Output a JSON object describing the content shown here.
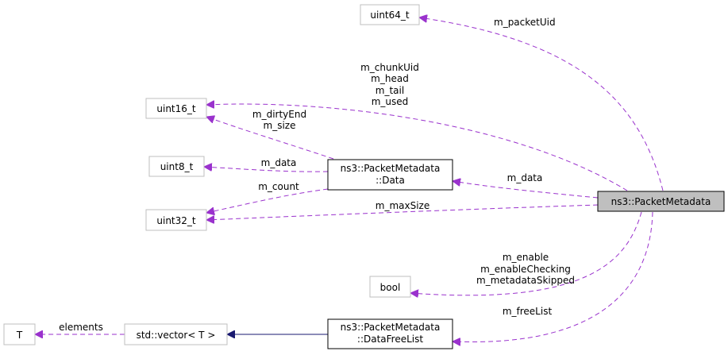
{
  "diagram": {
    "nodes": {
      "packet_metadata": "ns3::PacketMetadata",
      "uint64": "uint64_t",
      "uint16": "uint16_t",
      "uint8": "uint8_t",
      "uint32": "uint32_t",
      "bool": "bool",
      "t": "T",
      "vector": "std::vector< T >",
      "data_line1": "ns3::PacketMetadata",
      "data_line2": "::Data",
      "freelist_line1": "ns3::PacketMetadata",
      "freelist_line2": "::DataFreeList"
    },
    "edges": {
      "packet_uid": "m_packetUid",
      "chunk_uid": "m_chunkUid",
      "head": "m_head",
      "tail": "m_tail",
      "used": "m_used",
      "dirty_end": "m_dirtyEnd",
      "size": "m_size",
      "data_uint8": "m_data",
      "count": "m_count",
      "data_main": "m_data",
      "max_size": "m_maxSize",
      "enable": "m_enable",
      "enable_checking": "m_enableChecking",
      "metadata_skipped": "m_metadataSkipped",
      "free_list": "m_freeList",
      "elements": "elements"
    },
    "colors": {
      "dashed_edge": "#9a32cd",
      "solid_edge": "#191970",
      "main_node_fill": "#bfbfbf",
      "node_border": "#bfbfbf"
    }
  }
}
